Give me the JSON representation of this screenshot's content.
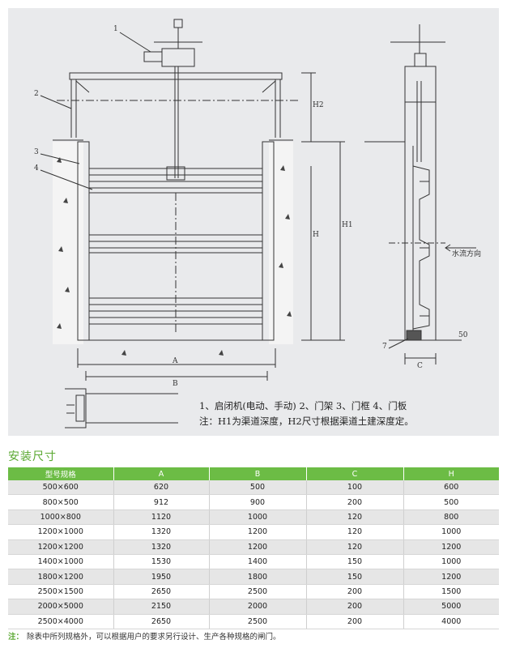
{
  "drawing": {
    "callouts": [
      "1",
      "2",
      "3",
      "4",
      "7"
    ],
    "dims": {
      "h2": "H2",
      "h1": "H1",
      "h": "H",
      "a": "A",
      "b": "B",
      "c": "C",
      "d50": "50"
    },
    "flow_label": "水流方向"
  },
  "notes": {
    "legend": "1、启闭机(电动、手动)    2、门架    3、门框    4、门板",
    "remark": "注：H1为渠道深度，H2尺寸根据渠道土建深度定。"
  },
  "section_title": "安装尺寸",
  "table": {
    "headers": [
      "型号规格",
      "A",
      "B",
      "C",
      "H"
    ],
    "rows": [
      [
        "500×600",
        "620",
        "500",
        "100",
        "600"
      ],
      [
        "800×500",
        "912",
        "900",
        "200",
        "500"
      ],
      [
        "1000×800",
        "1120",
        "1000",
        "120",
        "800"
      ],
      [
        "1200×1000",
        "1320",
        "1200",
        "120",
        "1000"
      ],
      [
        "1200×1200",
        "1320",
        "1200",
        "120",
        "1200"
      ],
      [
        "1400×1000",
        "1530",
        "1400",
        "150",
        "1000"
      ],
      [
        "1800×1200",
        "1950",
        "1800",
        "150",
        "1200"
      ],
      [
        "2500×1500",
        "2650",
        "2500",
        "200",
        "1500"
      ],
      [
        "2000×5000",
        "2150",
        "2000",
        "200",
        "5000"
      ],
      [
        "2500×4000",
        "2650",
        "2500",
        "200",
        "4000"
      ]
    ]
  },
  "footer": {
    "label": "注：",
    "text": "除表中所列规格外，可以根据用户的要求另行设计、生产各种规格的闸门。"
  },
  "colors": {
    "accent": "#6cbc45",
    "title": "#5aa831",
    "panel": "#e9eaec"
  }
}
